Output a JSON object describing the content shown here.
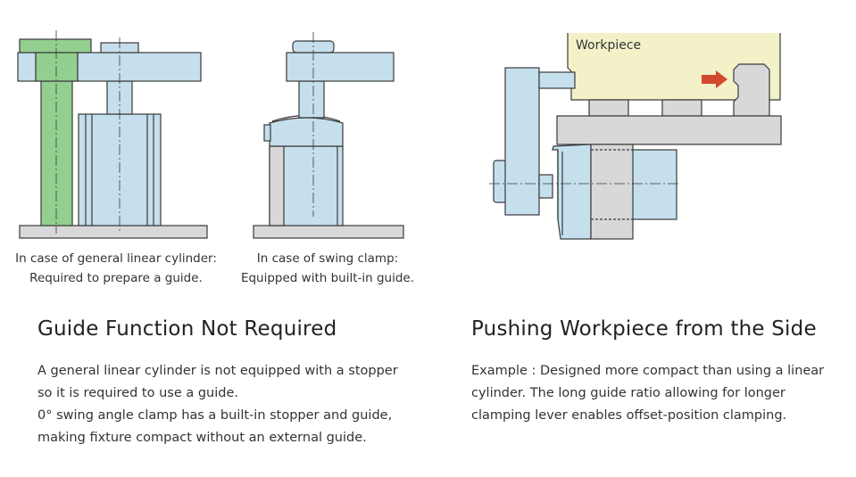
{
  "left_panel": {
    "caption_linear": [
      "In case of general linear cylinder:",
      "Required to prepare a guide."
    ],
    "caption_swing": [
      "In case of swing clamp:",
      "Equipped with built-in guide."
    ],
    "heading": "Guide Function Not Required",
    "body": [
      "A general linear cylinder is not equipped with a stopper",
      "so it is required to use a guide.",
      "0° swing angle clamp has a built-in stopper and guide,",
      "making fixture compact without an external guide."
    ]
  },
  "right_panel": {
    "workpiece_label": "Workpiece",
    "heading": "Pushing Workpiece from the Side",
    "body": [
      "Example : Designed more compact than using a linear",
      "cylinder. The long guide ratio allowing for longer",
      "clamping lever enables offset-position clamping."
    ]
  },
  "colors": {
    "light_blue": "#c5dfed",
    "green": "#93cf8f",
    "gray": "#d8d8d8",
    "workpiece": "#f3f1c8",
    "arrow": "#d24a2e",
    "outline": "#3a3a3a"
  }
}
